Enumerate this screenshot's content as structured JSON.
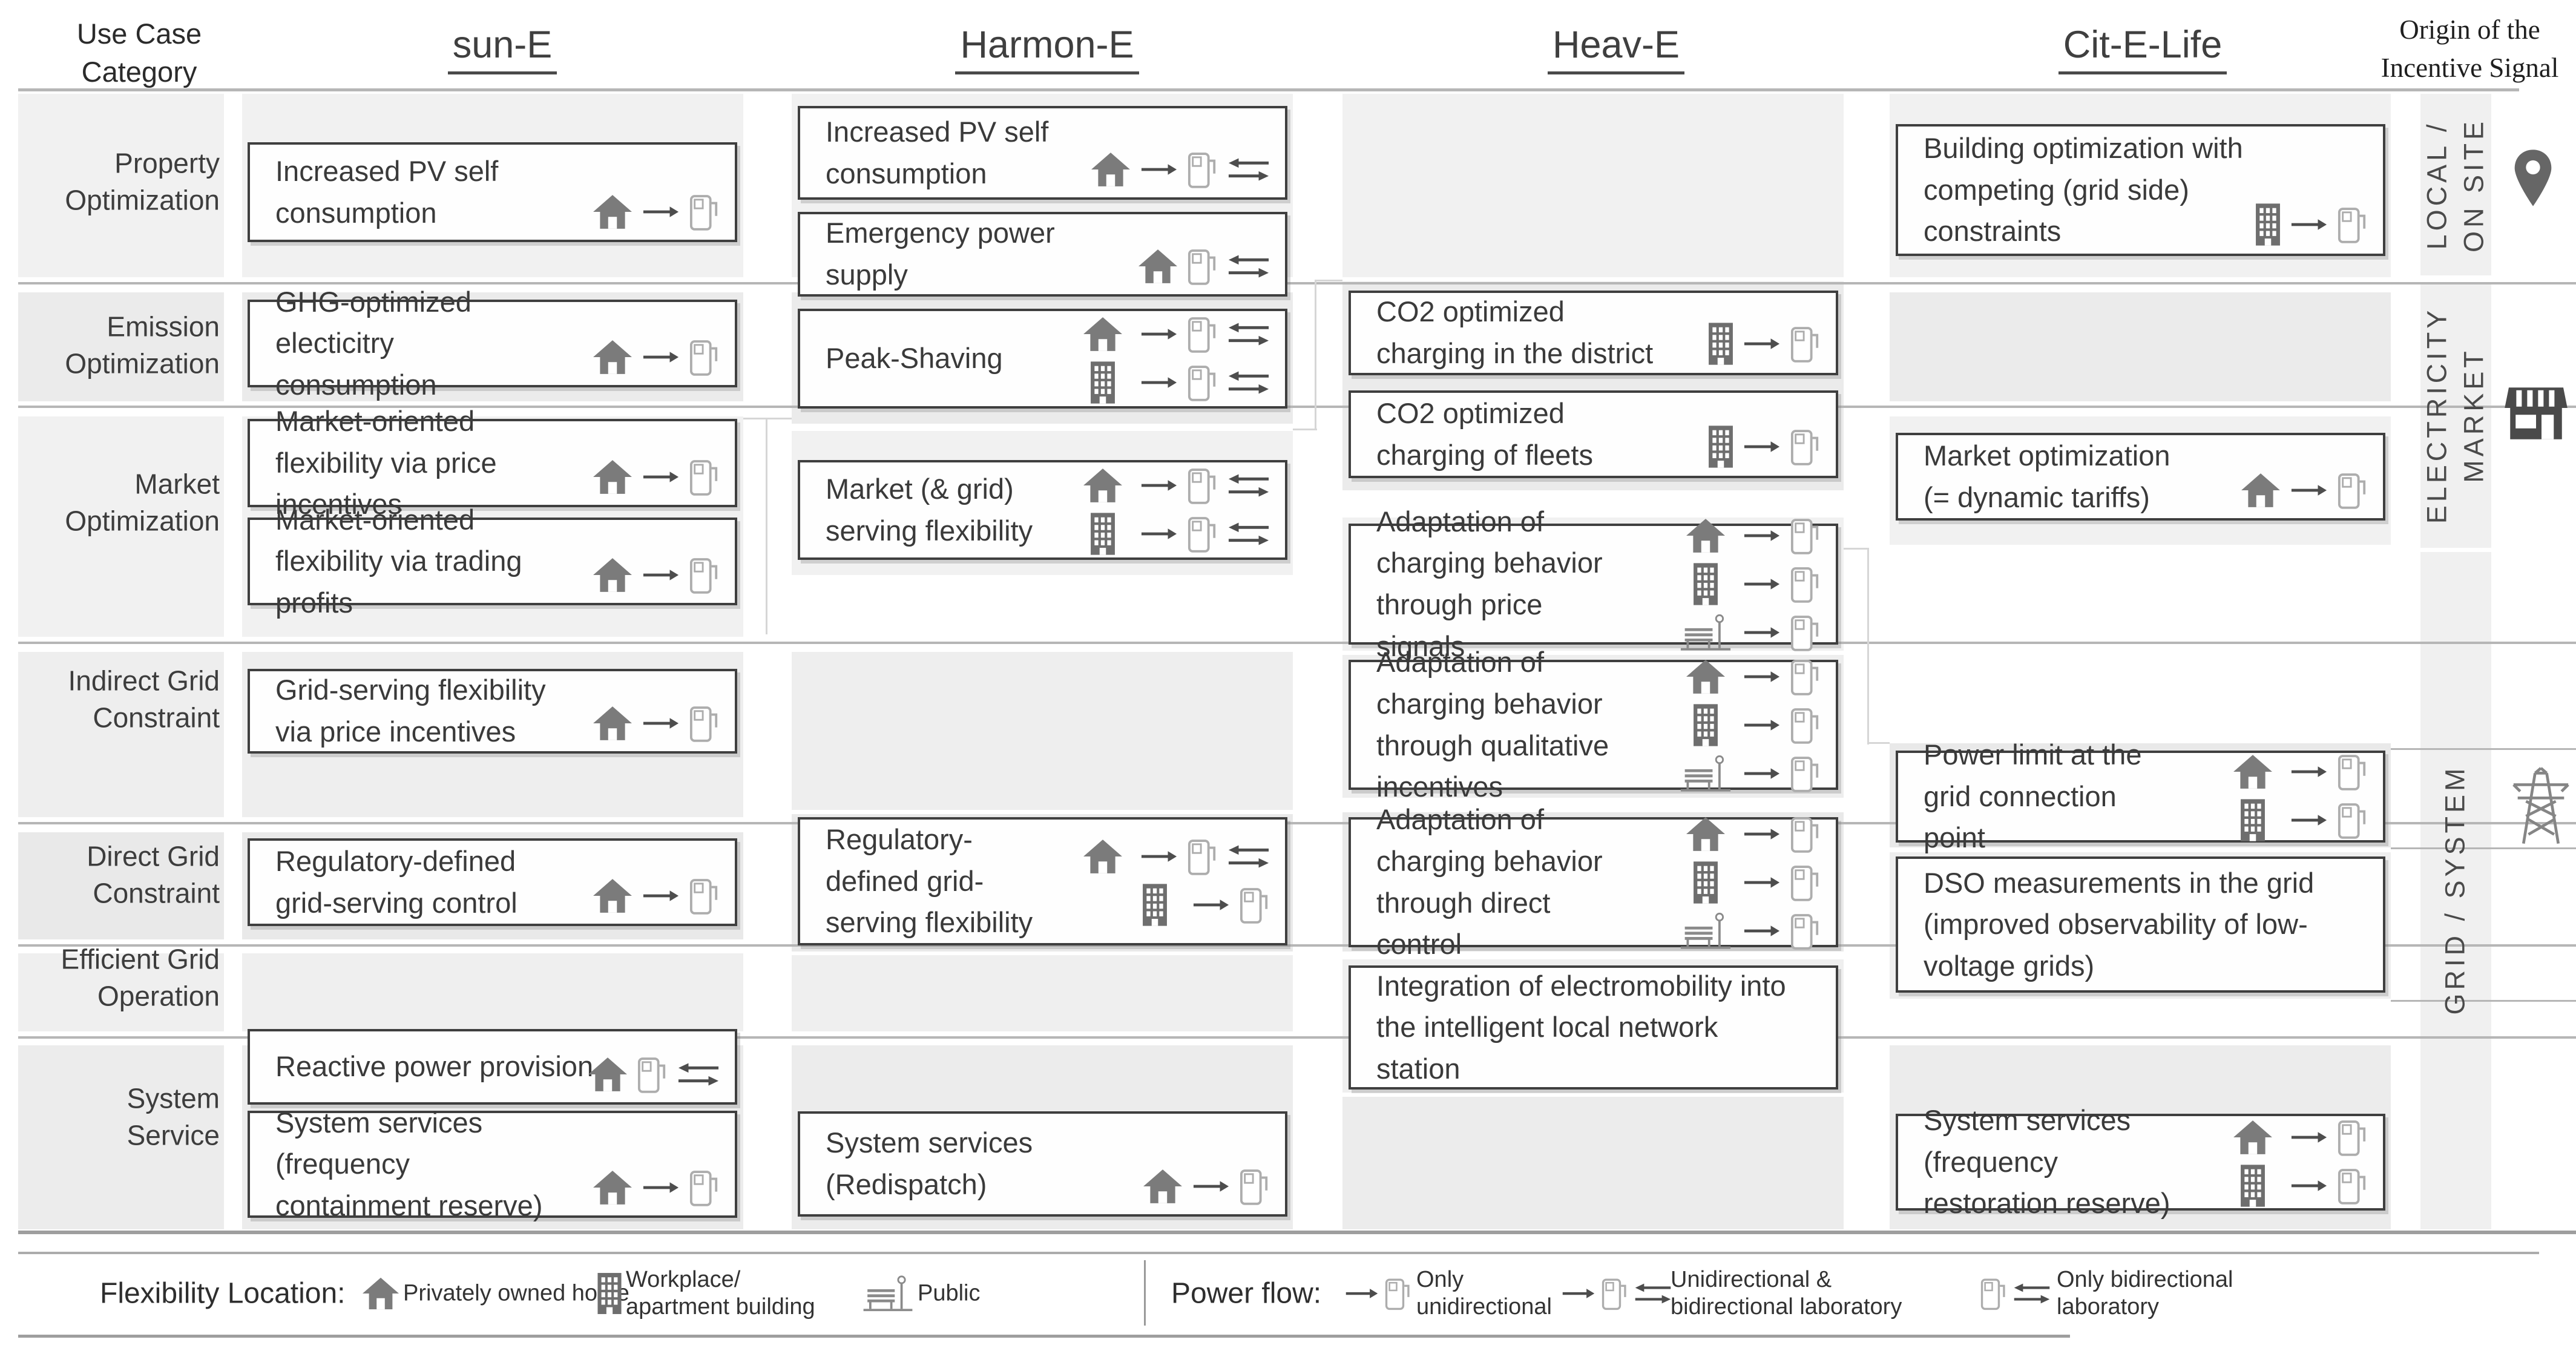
{
  "header": {
    "row_label": "Use Case\nCategory",
    "projects": [
      "sun-E",
      "Harmon-E",
      "Heav-E",
      "Cit-E-Life"
    ],
    "origin_label": "Origin of the\nIncentive Signal"
  },
  "categories": [
    "Property\nOptimization",
    "Emission\nOptimization",
    "Market\nOptimization",
    "Indirect Grid\nConstraint",
    "Direct Grid\nConstraint",
    "Efficient Grid\nOperation",
    "System\nService"
  ],
  "boxes": {
    "sun": [
      {
        "text": "Increased PV self consumption",
        "icons": [
          [
            "home",
            "arrow",
            "pump"
          ]
        ]
      },
      {
        "text": "GHG-optimized electicitry consumption",
        "icons": [
          [
            "home",
            "arrow",
            "pump"
          ]
        ]
      },
      {
        "text": "Market-oriented flexibility via price incentives",
        "icons": [
          [
            "home",
            "arrow",
            "pump"
          ]
        ]
      },
      {
        "text": "Market-oriented flexibility via trading profits",
        "icons": [
          [
            "home",
            "arrow",
            "pump"
          ]
        ]
      },
      {
        "text": "Grid-serving flexibility via price incentives",
        "icons": [
          [
            "home",
            "arrow",
            "pump"
          ]
        ]
      },
      {
        "text": "Regulatory-defined grid-serving control",
        "icons": [
          [
            "home",
            "arrow",
            "pump"
          ]
        ]
      },
      {
        "text": "Reactive power provision",
        "icons": [
          [
            "home",
            "pump",
            "bidir"
          ]
        ]
      },
      {
        "text": "System services (frequency containment reserve)",
        "icons": [
          [
            "home",
            "arrow",
            "pump"
          ]
        ]
      }
    ],
    "harmon": [
      {
        "text": "Increased PV self consumption",
        "icons": [
          [
            "home",
            "arrow",
            "pump",
            "bidir"
          ]
        ]
      },
      {
        "text": "Emergency power supply",
        "icons": [
          [
            "home",
            "pump",
            "bidir"
          ]
        ]
      },
      {
        "text": "Peak-Shaving",
        "icons": [
          [
            "home",
            "arrow",
            "pump",
            "bidir"
          ],
          [
            "building",
            "arrow",
            "pump",
            "bidir"
          ]
        ]
      },
      {
        "text": "Market (& grid) serving flexibility",
        "icons": [
          [
            "home",
            "arrow",
            "pump",
            "bidir"
          ],
          [
            "building",
            "arrow",
            "pump",
            "bidir"
          ]
        ]
      },
      {
        "text": "Regulatory-defined grid-serving flexibility",
        "icons": [
          [
            "home",
            "arrow",
            "pump",
            "bidir"
          ],
          [
            "building",
            "arrow",
            "pump"
          ]
        ]
      },
      {
        "text": "System services (Redispatch)",
        "icons": [
          [
            "home",
            "arrow",
            "pump"
          ]
        ]
      }
    ],
    "heav": [
      {
        "text": "CO2 optimized charging in the district",
        "icons": [
          [
            "building",
            "arrow",
            "pump"
          ]
        ]
      },
      {
        "text": "CO2 optimized charging of fleets",
        "icons": [
          [
            "building",
            "arrow",
            "pump"
          ]
        ]
      },
      {
        "text": "Adaptation of charging behavior through price signals",
        "icons": [
          [
            "home",
            "arrow",
            "pump"
          ],
          [
            "building",
            "arrow",
            "pump"
          ],
          [
            "public",
            "arrow",
            "pump"
          ]
        ]
      },
      {
        "text": "Adaptation of charging behavior through qualitative incentives",
        "icons": [
          [
            "home",
            "arrow",
            "pump"
          ],
          [
            "building",
            "arrow",
            "pump"
          ],
          [
            "public",
            "arrow",
            "pump"
          ]
        ]
      },
      {
        "text": "Adaptation of charging behavior through direct control",
        "icons": [
          [
            "home",
            "arrow",
            "pump"
          ],
          [
            "building",
            "arrow",
            "pump"
          ],
          [
            "public",
            "arrow",
            "pump"
          ]
        ]
      },
      {
        "text": "Integration of electromobility into the intelligent local network station",
        "icons": []
      }
    ],
    "cit": [
      {
        "text": "Building optimization with competing (grid side) constraints",
        "icons": [
          [
            "building",
            "arrow",
            "pump"
          ]
        ]
      },
      {
        "text": "Market optimization (= dynamic tariffs)",
        "icons": [
          [
            "home",
            "arrow",
            "pump"
          ]
        ]
      },
      {
        "text": "Power limit at the grid connection point",
        "icons": [
          [
            "home",
            "arrow",
            "pump"
          ],
          [
            "building",
            "arrow",
            "pump"
          ]
        ]
      },
      {
        "text": "DSO measurements in the grid (improved observability of low-voltage grids)",
        "icons": []
      },
      {
        "text": "System services (frequency restoration reserve)",
        "icons": [
          [
            "home",
            "arrow",
            "pump"
          ],
          [
            "building",
            "arrow",
            "pump"
          ]
        ]
      }
    ]
  },
  "right_rail": [
    {
      "label": "LOCAL /\nON SITE",
      "icon": "location-pin"
    },
    {
      "label": "ELECTRICITY\nMARKET",
      "icon": "storefront"
    },
    {
      "label": "GRID / SYSTEM",
      "icon": "transmission-tower"
    }
  ],
  "legend": {
    "flexibility_label": "Flexibility Location:",
    "power_label": "Power flow:",
    "locations": [
      {
        "label": "Privately owned home",
        "icon": "home"
      },
      {
        "label": "Workplace/\napartment building",
        "icon": "building"
      },
      {
        "label": "Public",
        "icon": "public"
      }
    ],
    "flows": [
      {
        "label": "Only\nunidirectional",
        "icons": [
          "arrow",
          "pump"
        ]
      },
      {
        "label": "Unidirectional &\nbidirectional laboratory",
        "icons": [
          "arrow",
          "pump",
          "bidir"
        ]
      },
      {
        "label": "Only bidirectional\nlaboratory",
        "icons": [
          "pump",
          "bidir"
        ]
      }
    ]
  },
  "colors": {
    "band_light": "#f1f1f1",
    "band_dark": "#eaeaea",
    "box_border": "#3f3f3f",
    "text": "#3a3a3a",
    "rule": "#b6b6b6",
    "icon_dark": "#4d4d4d",
    "icon_home": "#7b7b7b",
    "icon_building": "#6e6e6e",
    "icon_pump_stroke": "#adadad",
    "rail_icon": "#666666"
  }
}
